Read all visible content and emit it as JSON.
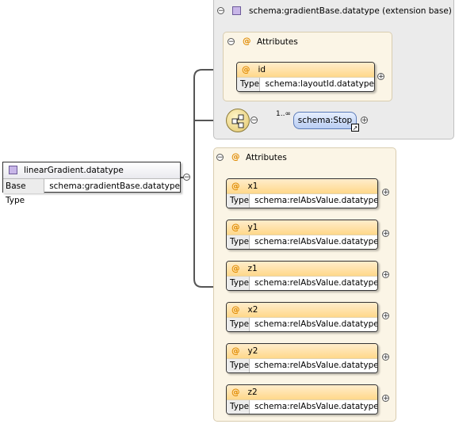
{
  "root": {
    "name": "linearGradient.datatype",
    "type_label": "Base Type",
    "type_value": "schema:gradientBase.datatype"
  },
  "extension": {
    "title": "schema:gradientBase.datatype (extension base)",
    "attributes_label": "Attributes",
    "attributes": [
      {
        "name": "id",
        "type_label": "Type",
        "type_value": "schema:layoutId.datatype"
      }
    ],
    "sequence": {
      "multiplicity": "1..∞",
      "element": "schema:Stop"
    }
  },
  "attributes": {
    "label": "Attributes",
    "items": [
      {
        "name": "x1",
        "type_label": "Type",
        "type_value": "schema:relAbsValue.datatype"
      },
      {
        "name": "y1",
        "type_label": "Type",
        "type_value": "schema:relAbsValue.datatype"
      },
      {
        "name": "z1",
        "type_label": "Type",
        "type_value": "schema:relAbsValue.datatype"
      },
      {
        "name": "x2",
        "type_label": "Type",
        "type_value": "schema:relAbsValue.datatype"
      },
      {
        "name": "y2",
        "type_label": "Type",
        "type_value": "schema:relAbsValue.datatype"
      },
      {
        "name": "z2",
        "type_label": "Type",
        "type_value": "schema:relAbsValue.datatype"
      }
    ]
  },
  "icons": {
    "collapse": "collapse-icon",
    "expand": "expand-icon",
    "sequence": "sequence-icon",
    "attribute_marker": "@",
    "complex_type": "complex-type-icon"
  }
}
